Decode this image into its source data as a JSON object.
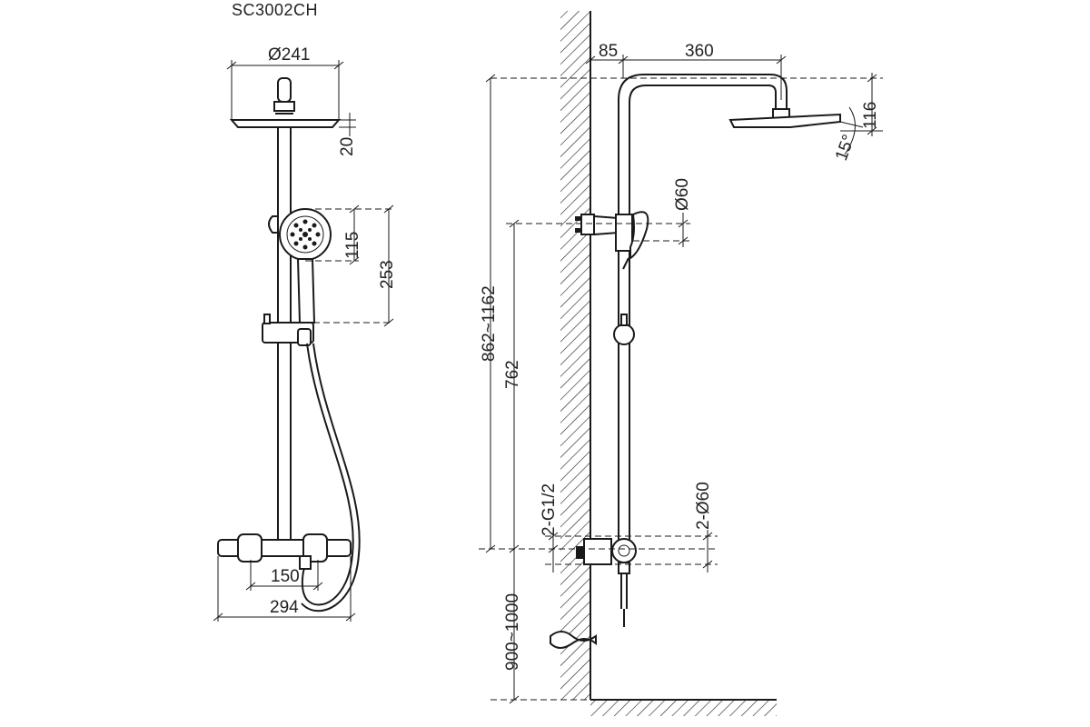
{
  "model": "SC3002CH",
  "front_view": {
    "head_diameter": "Ø241",
    "head_thickness": "20",
    "hand_shower_height": "115",
    "hand_shower_to_holder": "253",
    "inlet_spacing": "150",
    "mixer_width": "294"
  },
  "side_view": {
    "wall_offset": "85",
    "arm_length": "360",
    "head_drop": "116",
    "head_angle": "15°",
    "bracket_diameter": "Ø60",
    "total_height": "862~1162",
    "rail_height": "762",
    "inlet_thread": "2-G1/2",
    "inlet_cover": "2-Ø60",
    "mount_height": "900~1000"
  }
}
